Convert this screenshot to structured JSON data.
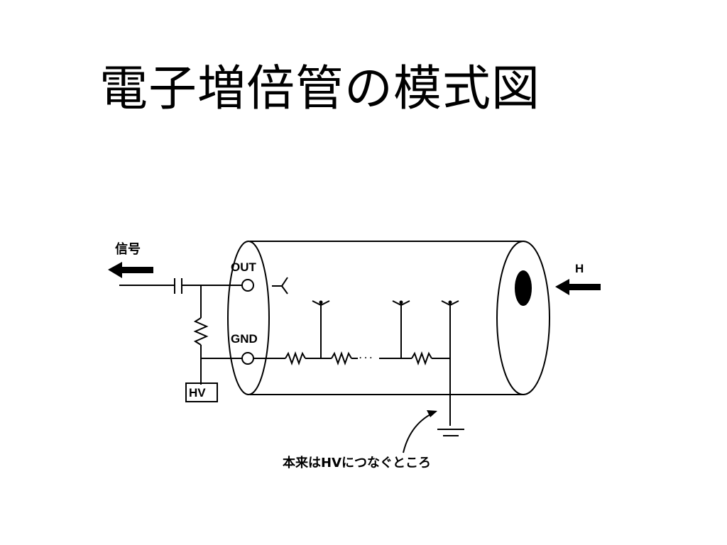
{
  "title": "電子増倍管の模式図",
  "diagram": {
    "signal_label": "信号",
    "out_label": "OUT",
    "gnd_label": "GND",
    "hv_label": "HV",
    "light_label": "H",
    "annotation": "本来はHVにつなぐところ",
    "dots": "· · ·"
  }
}
